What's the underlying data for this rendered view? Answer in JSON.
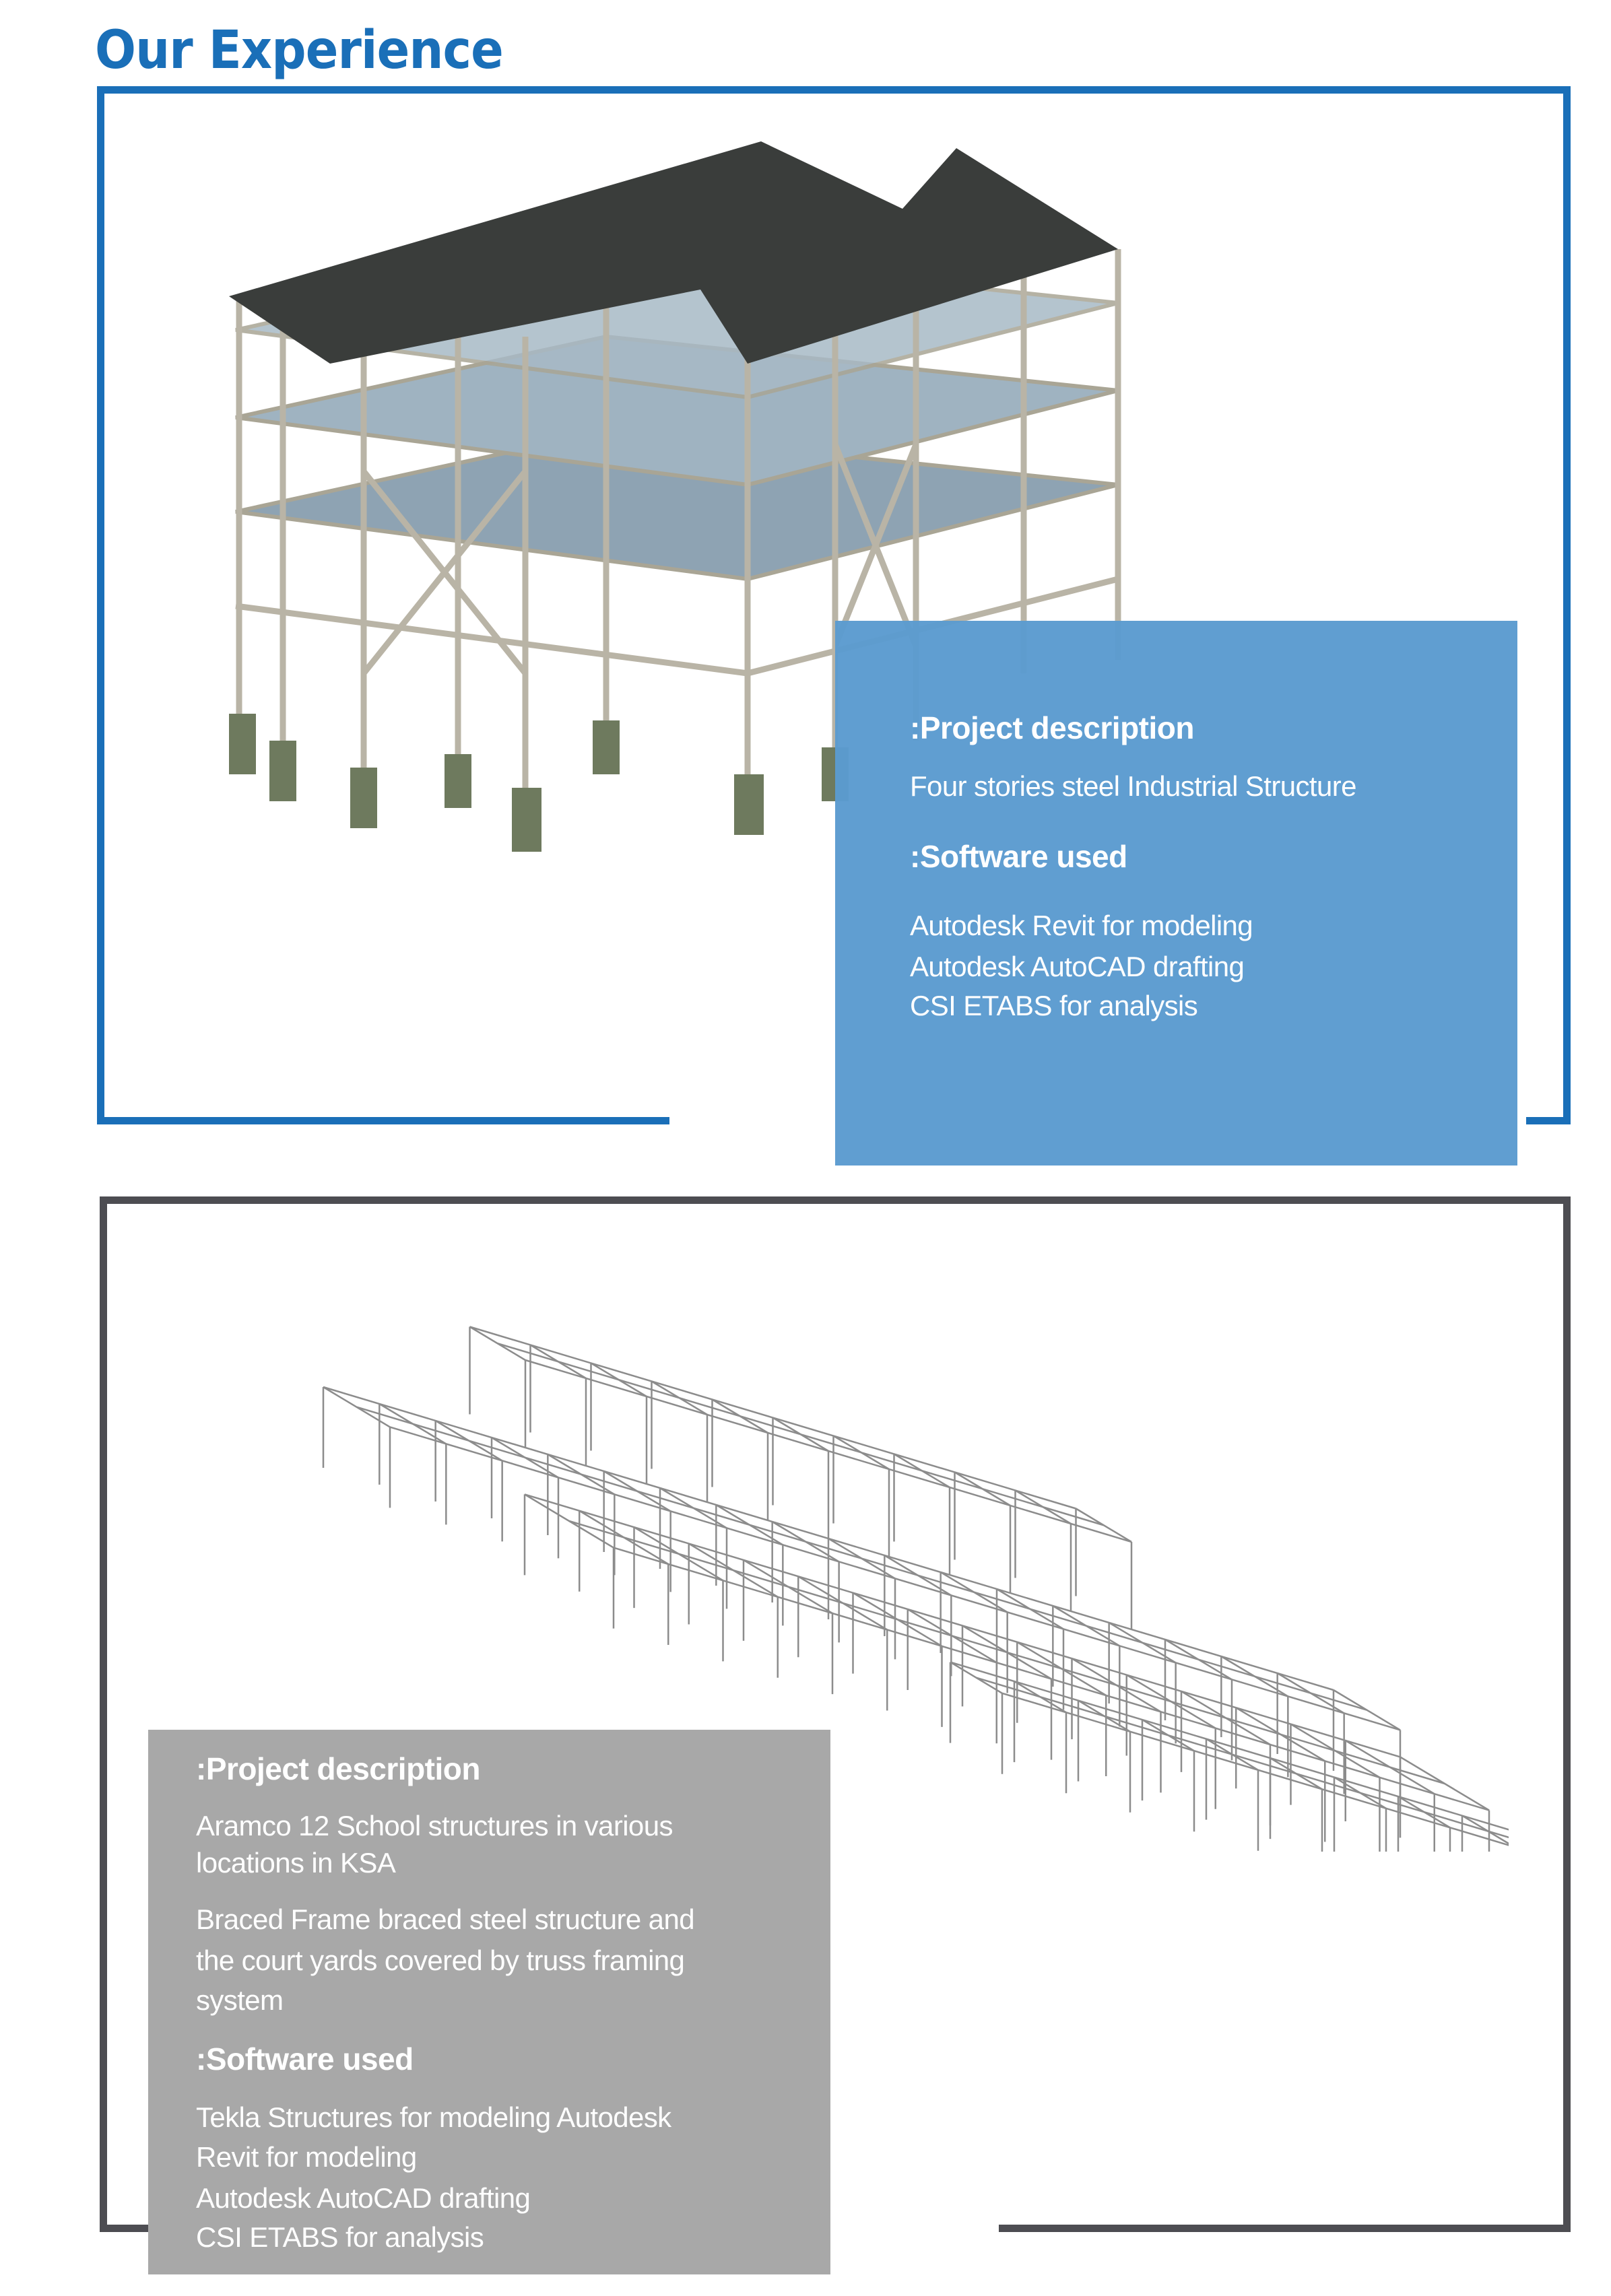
{
  "page_title": "Our Experience",
  "colors": {
    "accent_blue": "#1a6fb8",
    "panel_blue": "#5b9bd0",
    "frame_gray": "#4d4d52",
    "panel_gray": "#a8a8a8"
  },
  "projects": [
    {
      "image": "steel-industrial-structure-3d-render",
      "description_heading": ":Project description",
      "description_lines": [
        "Four stories steel Industrial Structure"
      ],
      "software_heading": ":Software used",
      "software_lines": [
        "Autodesk Revit for modeling",
        "Autodesk AutoCAD drafting",
        "CSI ETABS for analysis"
      ]
    },
    {
      "image": "school-steel-frame-wireframe-model",
      "description_heading": ":Project description",
      "description_lines": [
        "Aramco 12 School structures in various",
        "locations in KSA",
        "Braced Frame braced steel structure and",
        "the court yards covered by truss framing",
        "system"
      ],
      "software_heading": ":Software used",
      "software_lines": [
        "Tekla Structures for modeling Autodesk",
        "Revit for modeling",
        "Autodesk AutoCAD drafting",
        "CSI ETABS for analysis"
      ]
    }
  ]
}
